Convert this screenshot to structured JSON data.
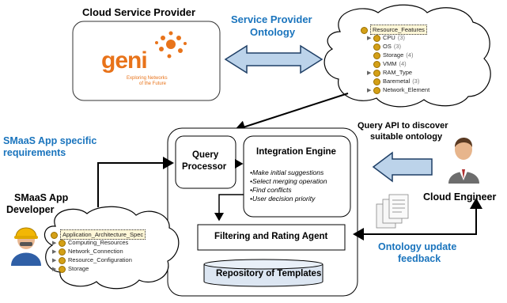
{
  "provider": {
    "title": "Cloud Service Provider",
    "logo_word": "geni",
    "logo_tagline_1": "Exploring Networks",
    "logo_tagline_2": "of the Future"
  },
  "ontology": {
    "title_1": "Service Provider",
    "title_2": "Ontology"
  },
  "resource_tree": {
    "root": "Resource_Features",
    "items": [
      {
        "label": "CPU",
        "count": "(3)",
        "expandable": true
      },
      {
        "label": "OS",
        "count": "(3)",
        "expandable": false
      },
      {
        "label": "Storage",
        "count": "(4)",
        "expandable": false
      },
      {
        "label": "VMM",
        "count": "(4)",
        "expandable": false
      },
      {
        "label": "RAM_Type",
        "count": "",
        "expandable": true
      },
      {
        "label": "Baremetal",
        "count": "(3)",
        "expandable": false
      },
      {
        "label": "Network_Element",
        "count": "",
        "expandable": true
      }
    ]
  },
  "app_req": {
    "line_1": "SMaaS App specific",
    "line_2": "requirements"
  },
  "developer": {
    "line_1": "SMaaS App",
    "line_2": "Developer"
  },
  "app_tree": {
    "root": "Application_Architecture_Spec",
    "items": [
      {
        "label": "Computing_Resources"
      },
      {
        "label": "Network_Connection"
      },
      {
        "label": "Resource_Configuration"
      },
      {
        "label": "Storage"
      }
    ]
  },
  "query_api": {
    "line_1": "Query API to discover",
    "line_2": "suitable ontology"
  },
  "engineer": {
    "label": "Cloud Engineer"
  },
  "feedback": {
    "line_1": "Ontology update",
    "line_2": "feedback"
  },
  "query_processor": {
    "line_1": "Query",
    "line_2": "Processor"
  },
  "integration": {
    "title": "Integration Engine",
    "bullets": [
      "•Make initial suggestions",
      "•Select merging operation",
      "•Find conflicts",
      "•User decision priority"
    ]
  },
  "filtering": {
    "label": "Filtering and Rating Agent"
  },
  "repository": {
    "label": "Repository of Templates"
  },
  "colors": {
    "accent_blue": "#1a74bd",
    "geni_orange": "#e8731a",
    "arrow_fill": "#bcd3ea"
  }
}
